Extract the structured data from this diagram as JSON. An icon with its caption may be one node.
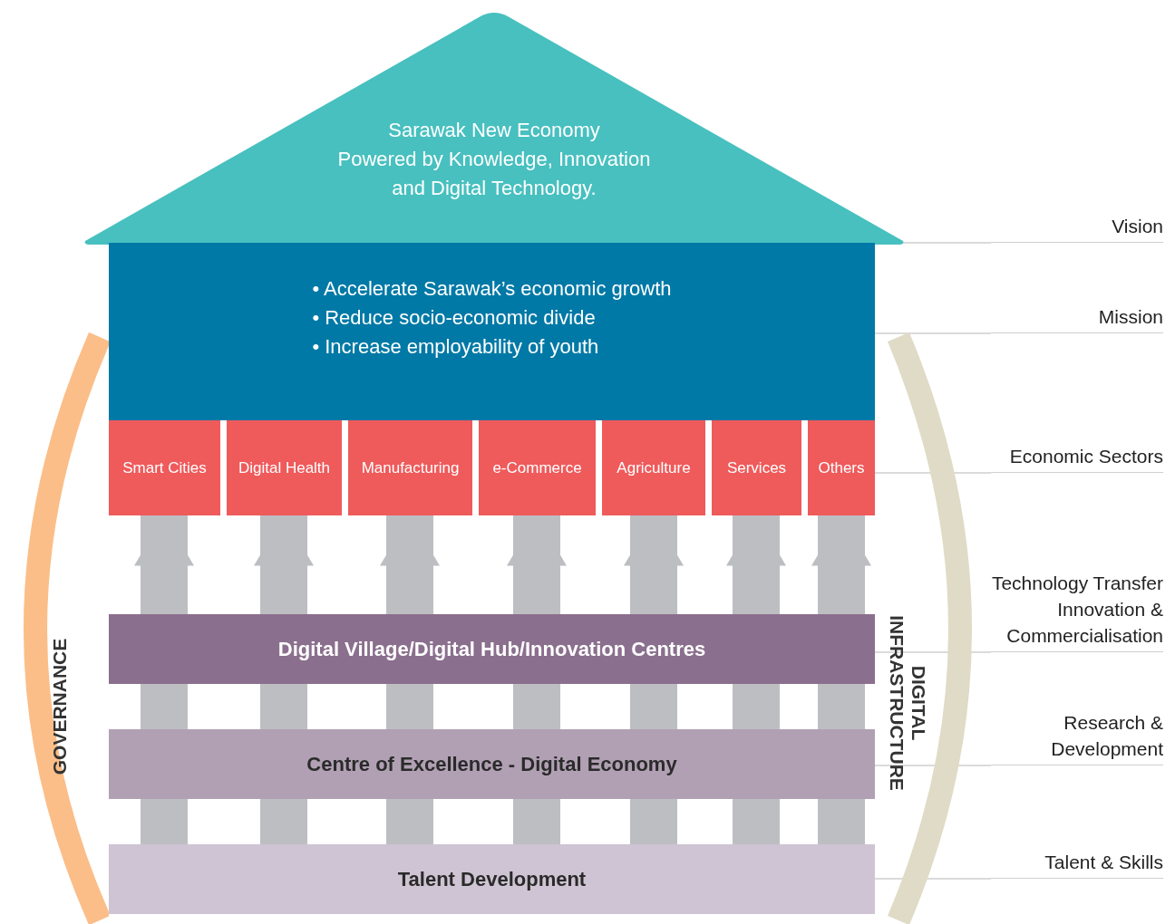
{
  "diagram": {
    "nodes": [
      {
        "text": [
          "Sarawak New Economy",
          "Powered by Knowledge, Innovation and Digital Technology."
        ]
      },
      {
        "text": [
          "• Accelerate Sarawak’s economic growth",
          "• Reduce socio-economic divide",
          "• Increase employability of youth"
        ]
      },
      {
        "text": [
          "Smart Cities"
        ]
      },
      {
        "text": [
          "Digital Health"
        ]
      },
      {
        "text": [
          "Manufacturing"
        ]
      },
      {
        "text": [
          "e-Commerce"
        ]
      },
      {
        "text": [
          "Agriculture"
        ]
      },
      {
        "text": [
          "Services"
        ]
      },
      {
        "text": [
          "Others"
        ]
      },
      {
        "text": [
          "Digital Village/Digital Hub/Innovation Centres"
        ]
      },
      {
        "text": [
          "Centre of Excellence - Digital Economy"
        ]
      },
      {
        "text": [
          "Talent Development"
        ]
      },
      {
        "text": [
          "GOVERNANCE"
        ]
      },
      {
        "text": [
          "DIGITAL INFRASTRUCTURE"
        ]
      },
      {
        "text": [
          "Vision"
        ]
      },
      {
        "text": [
          "Mission"
        ]
      },
      {
        "text": [
          "Economic Sectors"
        ]
      },
      {
        "text": [
          "Technology Transfer Innovation & Commercialisation"
        ]
      },
      {
        "text": [
          "Research & Development"
        ]
      },
      {
        "text": [
          "Talent & Skills"
        ]
      }
    ],
    "edges": [
      {
        "from": 11,
        "to": 10,
        "arrow": "none"
      },
      {
        "from": 11,
        "to": 10,
        "arrow": "none"
      },
      {
        "from": 11,
        "to": 10,
        "arrow": "none"
      },
      {
        "from": 11,
        "to": 10,
        "arrow": "none"
      },
      {
        "from": 11,
        "to": 10,
        "arrow": "none"
      },
      {
        "from": 11,
        "to": 10,
        "arrow": "none"
      },
      {
        "from": 11,
        "to": 10,
        "arrow": "none"
      },
      {
        "from": 10,
        "to": 9,
        "arrow": "none"
      },
      {
        "from": 10,
        "to": 9,
        "arrow": "none"
      },
      {
        "from": 10,
        "to": 9,
        "arrow": "none"
      },
      {
        "from": 10,
        "to": 9,
        "arrow": "none"
      },
      {
        "from": 10,
        "to": 9,
        "arrow": "none"
      },
      {
        "from": 10,
        "to": 9,
        "arrow": "none"
      },
      {
        "from": 10,
        "to": 9,
        "arrow": "none"
      },
      {
        "from": 9,
        "to": 2,
        "arrow": "to"
      },
      {
        "from": 9,
        "to": 3,
        "arrow": "to"
      },
      {
        "from": 9,
        "to": 4,
        "arrow": "to"
      },
      {
        "from": 9,
        "to": 5,
        "arrow": "to"
      },
      {
        "from": 9,
        "to": 6,
        "arrow": "to"
      },
      {
        "from": 9,
        "to": 7,
        "arrow": "to"
      },
      {
        "from": 9,
        "to": 8,
        "arrow": "to"
      },
      {
        "from": 14,
        "to": 0,
        "arrow": "none"
      },
      {
        "from": 15,
        "to": 1,
        "arrow": "none"
      },
      {
        "from": 16,
        "to": 8,
        "arrow": "none"
      },
      {
        "from": 17,
        "to": 9,
        "arrow": "none"
      },
      {
        "from": 18,
        "to": 10,
        "arrow": "none"
      },
      {
        "from": 19,
        "to": 11,
        "arrow": "none"
      }
    ]
  }
}
